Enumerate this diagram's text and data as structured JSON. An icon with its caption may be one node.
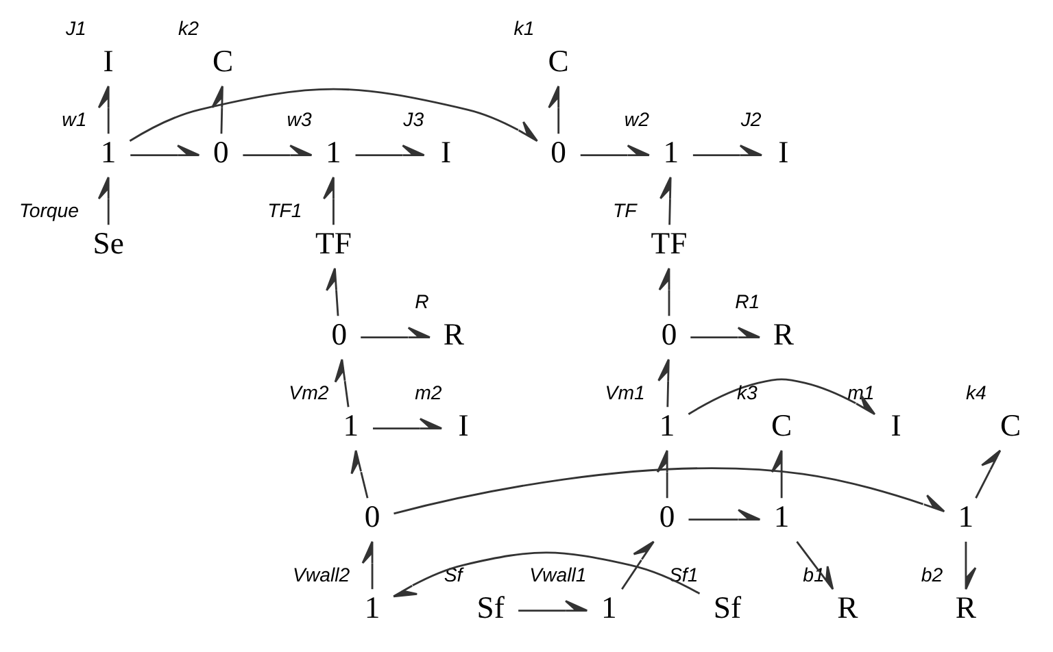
{
  "diagram": {
    "nodes": [
      {
        "text": [
          "C"
        ],
        "beside": [
          "k1"
        ]
      },
      {
        "text": [
          "I"
        ],
        "beside": [
          "J1"
        ]
      },
      {
        "text": [
          "C"
        ],
        "beside": [
          "k2"
        ]
      },
      {
        "text": [
          "I"
        ],
        "beside": [
          "J2"
        ]
      },
      {
        "text": [
          "1"
        ],
        "beside": [
          "w2"
        ]
      },
      {
        "text": [
          "0"
        ]
      },
      {
        "text": [
          "1"
        ],
        "beside": [
          "w1"
        ]
      },
      {
        "text": [
          "0"
        ]
      },
      {
        "text": [
          "1"
        ],
        "beside": [
          "w3"
        ]
      },
      {
        "text": [
          "I"
        ],
        "beside": [
          "J3"
        ]
      },
      {
        "text": [
          "TF"
        ],
        "beside": [
          "TF"
        ]
      },
      {
        "text": [
          "Se"
        ],
        "beside": [
          "Torque"
        ]
      },
      {
        "text": [
          "TF"
        ],
        "beside": [
          "TF1"
        ]
      },
      {
        "text": [
          "0"
        ]
      },
      {
        "text": [
          "R"
        ],
        "beside": [
          "R1"
        ]
      },
      {
        "text": [
          "R"
        ],
        "beside": [
          "R"
        ]
      },
      {
        "text": [
          "0"
        ]
      },
      {
        "text": [
          "I"
        ],
        "beside": [
          "m1"
        ]
      },
      {
        "text": [
          "1"
        ],
        "beside": [
          "Vm1"
        ]
      },
      {
        "text": [
          "1"
        ],
        "beside": [
          "Vm2"
        ]
      },
      {
        "text": [
          "I"
        ],
        "beside": [
          "m2"
        ]
      },
      {
        "text": [
          "C"
        ],
        "beside": [
          "k3"
        ]
      },
      {
        "text": [
          "C"
        ],
        "beside": [
          "k4"
        ]
      },
      {
        "text": [
          "0"
        ]
      },
      {
        "text": [
          "1"
        ]
      },
      {
        "text": [
          "1"
        ]
      },
      {
        "text": [
          "0"
        ]
      },
      {
        "text": [
          "R"
        ],
        "beside": [
          "b1"
        ]
      },
      {
        "text": [
          "R"
        ],
        "beside": [
          "b2"
        ]
      },
      {
        "text": [
          "Sf"
        ],
        "beside": [
          "Sf"
        ]
      },
      {
        "text": [
          "1"
        ],
        "beside": [
          "Vwall1"
        ]
      },
      {
        "text": [
          "1"
        ],
        "beside": [
          "Vwall2"
        ]
      },
      {
        "text": [
          "Sf"
        ],
        "beside": [
          "Sf1"
        ]
      }
    ],
    "edges": [
      {
        "from": 4,
        "to": 3,
        "arrow": "to"
      },
      {
        "from": 5,
        "to": 4,
        "arrow": "to"
      },
      {
        "from": 5,
        "to": 0,
        "arrow": "to"
      },
      {
        "from": 6,
        "to": 5,
        "arrow": "to"
      },
      {
        "from": 6,
        "to": 1,
        "arrow": "to"
      },
      {
        "from": 6,
        "to": 7,
        "arrow": "to"
      },
      {
        "from": 11,
        "to": 6,
        "arrow": "to"
      },
      {
        "from": 7,
        "to": 2,
        "arrow": "to"
      },
      {
        "from": 7,
        "to": 8,
        "arrow": "to"
      },
      {
        "from": 8,
        "to": 9,
        "arrow": "to"
      },
      {
        "from": 12,
        "to": 8,
        "arrow": "to"
      },
      {
        "from": 10,
        "to": 4,
        "arrow": "to"
      },
      {
        "from": 13,
        "to": 10,
        "arrow": "to"
      },
      {
        "from": 13,
        "to": 14,
        "arrow": "to"
      },
      {
        "from": 18,
        "to": 13,
        "arrow": "to"
      },
      {
        "from": 18,
        "to": 17,
        "arrow": "to"
      },
      {
        "from": 23,
        "to": 18,
        "arrow": "to"
      },
      {
        "from": 23,
        "to": 24,
        "arrow": "to"
      },
      {
        "from": 24,
        "to": 21,
        "arrow": "to"
      },
      {
        "from": 24,
        "to": 27,
        "arrow": "to"
      },
      {
        "from": 30,
        "to": 23,
        "arrow": "to"
      },
      {
        "from": 29,
        "to": 30,
        "arrow": "to"
      },
      {
        "from": 16,
        "to": 12,
        "arrow": "to"
      },
      {
        "from": 16,
        "to": 15,
        "arrow": "to"
      },
      {
        "from": 19,
        "to": 16,
        "arrow": "to"
      },
      {
        "from": 19,
        "to": 20,
        "arrow": "to"
      },
      {
        "from": 26,
        "to": 19,
        "arrow": "to"
      },
      {
        "from": 26,
        "to": 25,
        "arrow": "to"
      },
      {
        "from": 25,
        "to": 22,
        "arrow": "to"
      },
      {
        "from": 25,
        "to": 28,
        "arrow": "to"
      },
      {
        "from": 31,
        "to": 26,
        "arrow": "to"
      },
      {
        "from": 32,
        "to": 31,
        "arrow": "to"
      }
    ]
  }
}
